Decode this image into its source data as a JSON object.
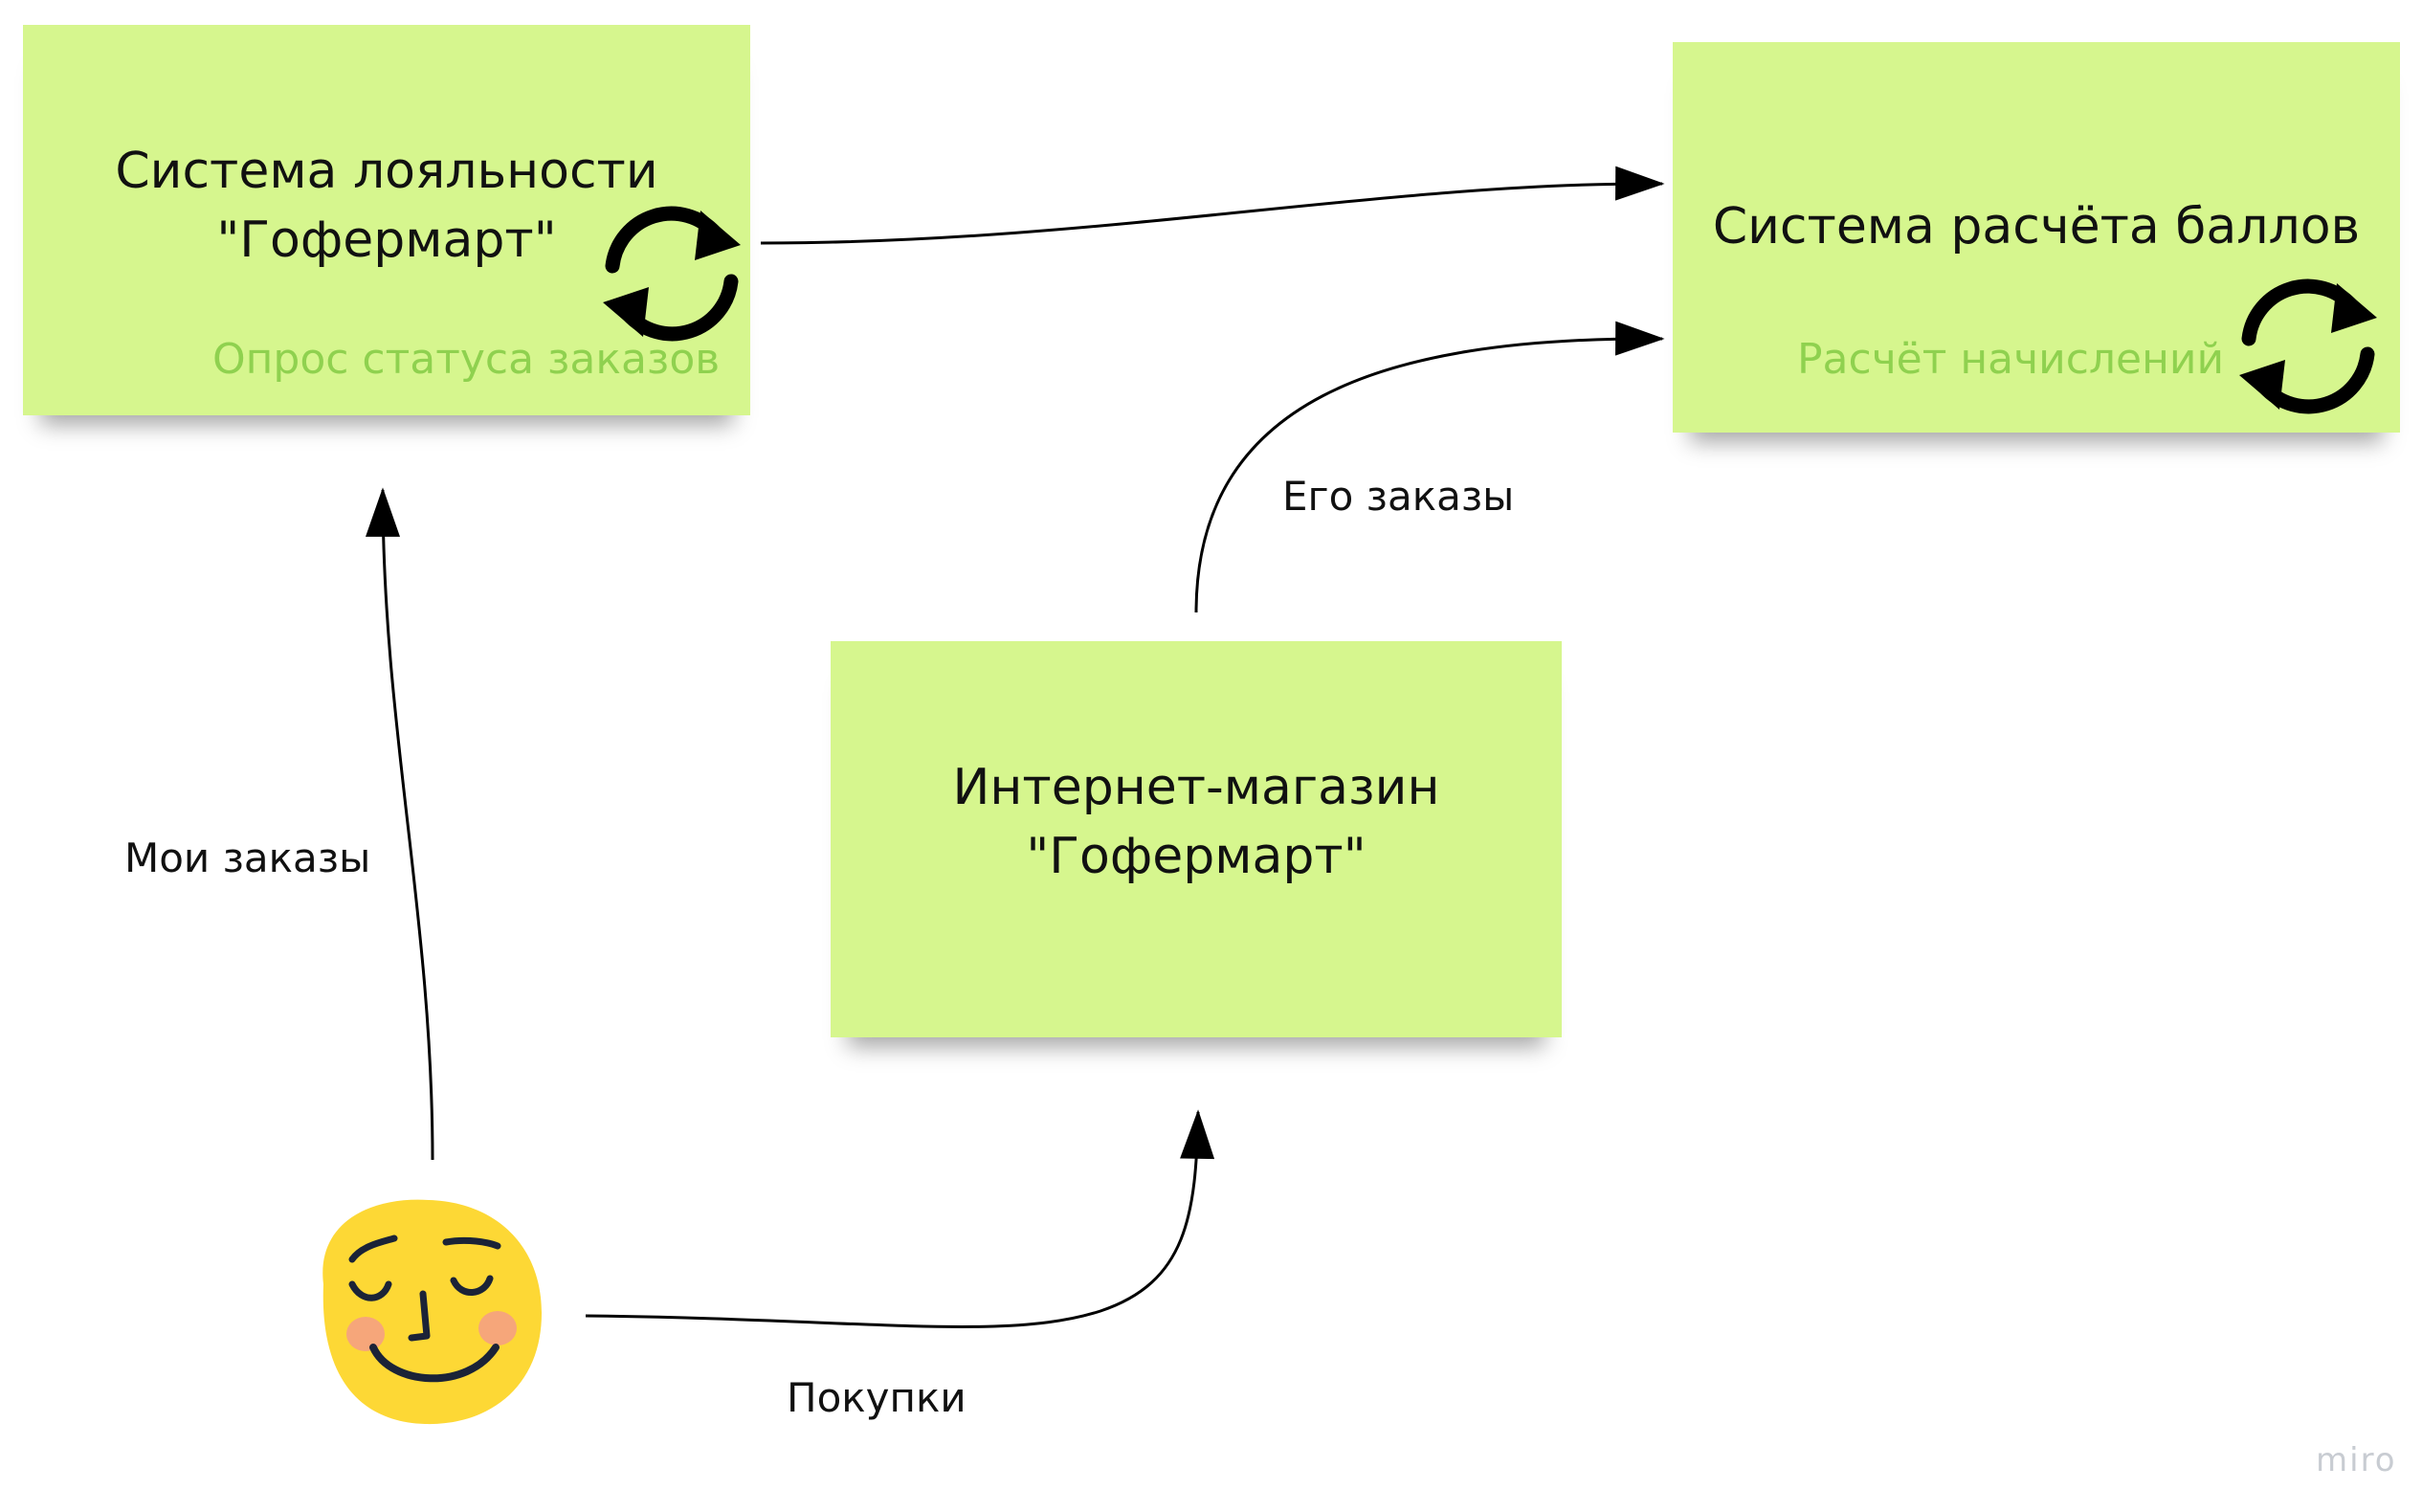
{
  "notes": {
    "loyalty": {
      "title_line1": "Система лояльности",
      "title_line2": "\"Гофермарт\"",
      "subtitle": "Опрос статуса заказов",
      "icon": "refresh-icon"
    },
    "points": {
      "title": "Система расчёта баллов",
      "subtitle": "Расчёт начислений",
      "icon": "refresh-icon"
    },
    "shop": {
      "title_line1": "Интернет-магазин",
      "title_line2": "\"Гофермарт\""
    }
  },
  "edges": {
    "my_orders": "Мои заказы",
    "his_orders": "Его заказы",
    "purchases": "Покупки"
  },
  "user": {
    "icon": "calm-smiley-face-icon"
  },
  "watermark": "miro",
  "colors": {
    "sticky": "#d6f68e",
    "subtitle": "#8fd14f",
    "face": "#fdd835",
    "cheek": "#f6a67a",
    "ink": "#000000"
  }
}
